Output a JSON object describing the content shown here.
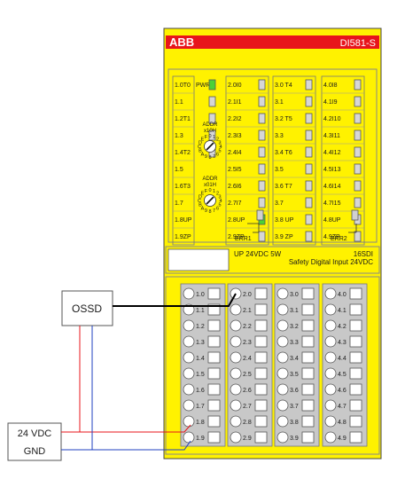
{
  "module": {
    "brand": "ABB",
    "model": "DI581-S",
    "power_rating": "UP 24VDC 5W",
    "channel_code": "16SDI",
    "description": "Safety Digital Input 24VDC",
    "colors": {
      "housing": "#fff200",
      "header": "#e8141b",
      "terminal": "#c8c8c8",
      "led_on": "#4cd137"
    }
  },
  "led_columns": [
    {
      "rows": [
        {
          "label": "1.0T0",
          "indicator": "none"
        },
        {
          "label": "1.1",
          "indicator": "none"
        },
        {
          "label": "1.2T1",
          "indicator": "none"
        },
        {
          "label": "1.3",
          "indicator": "none"
        },
        {
          "label": "1.4T2",
          "indicator": "none"
        },
        {
          "label": "1.5",
          "indicator": "none"
        },
        {
          "label": "1.6T3",
          "indicator": "none"
        },
        {
          "label": "1.7",
          "indicator": "none"
        },
        {
          "label": "1.8UP",
          "indicator": "none"
        },
        {
          "label": "1.9ZP",
          "indicator": "none"
        }
      ]
    },
    {
      "rows": [
        {
          "label": "PWR",
          "indicator": "on"
        },
        {
          "label": "",
          "indicator": "off"
        },
        {
          "label": "",
          "indicator": "off"
        },
        {
          "label": "",
          "indicator": "off"
        },
        {
          "label": "",
          "indicator": "off"
        }
      ]
    },
    {
      "rows": [
        {
          "label": "2.0I0",
          "indicator": "off"
        },
        {
          "label": "2.1I1",
          "indicator": "off"
        },
        {
          "label": "2.2I2",
          "indicator": "off"
        },
        {
          "label": "2.3I3",
          "indicator": "off"
        },
        {
          "label": "2.4I4",
          "indicator": "off"
        },
        {
          "label": "2.5I5",
          "indicator": "off"
        },
        {
          "label": "2.6I6",
          "indicator": "off"
        },
        {
          "label": "2.7I7",
          "indicator": "off"
        },
        {
          "label": "2.8UP",
          "indicator": "on"
        },
        {
          "label": "2.9ZP",
          "indicator": "off"
        }
      ]
    },
    {
      "rows": [
        {
          "label": "3.0 T4",
          "indicator": "off"
        },
        {
          "label": "3.1",
          "indicator": "off"
        },
        {
          "label": "3.2 T5",
          "indicator": "off"
        },
        {
          "label": "3.3",
          "indicator": "off"
        },
        {
          "label": "3.4 T6",
          "indicator": "off"
        },
        {
          "label": "3.5",
          "indicator": "off"
        },
        {
          "label": "3.6 T7",
          "indicator": "off"
        },
        {
          "label": "3.7",
          "indicator": "off"
        },
        {
          "label": "3.8 UP",
          "indicator": "off"
        },
        {
          "label": "3.9 ZP",
          "indicator": "off"
        }
      ]
    },
    {
      "rows": [
        {
          "label": "4.0I8",
          "indicator": "off"
        },
        {
          "label": "4.1I9",
          "indicator": "off"
        },
        {
          "label": "4.2I10",
          "indicator": "off"
        },
        {
          "label": "4.3I11",
          "indicator": "off"
        },
        {
          "label": "4.4I12",
          "indicator": "off"
        },
        {
          "label": "4.5I13",
          "indicator": "off"
        },
        {
          "label": "4.6I14",
          "indicator": "off"
        },
        {
          "label": "4.7I15",
          "indicator": "off"
        },
        {
          "label": "4.8UP",
          "indicator": "off"
        },
        {
          "label": "4.9ZP",
          "indicator": "off"
        }
      ]
    }
  ],
  "rotary_switches": [
    {
      "label_line1": "ADDR",
      "label_line2": "x10H",
      "digits": "0123456789ABCDEF"
    },
    {
      "label_line1": "ADDR",
      "label_line2": "x01H",
      "digits": "0123456789ABCDEF"
    }
  ],
  "error_leds": [
    {
      "label": "ERR1"
    },
    {
      "label": "ERR2"
    }
  ],
  "terminal_columns": [
    [
      "1.0",
      "1.1",
      "1.2",
      "1.3",
      "1.4",
      "1.5",
      "1.6",
      "1.7",
      "1.8",
      "1.9"
    ],
    [
      "2.0",
      "2.1",
      "2.2",
      "2.3",
      "2.4",
      "2.5",
      "2.6",
      "2.7",
      "2.8",
      "2.9"
    ],
    [
      "3.0",
      "3.1",
      "3.2",
      "3.3",
      "3.4",
      "3.5",
      "3.6",
      "3.7",
      "3.8",
      "3.9"
    ],
    [
      "4.0",
      "4.1",
      "4.2",
      "4.3",
      "4.4",
      "4.5",
      "4.6",
      "4.7",
      "4.8",
      "4.9"
    ]
  ],
  "external": {
    "device_label": "OSSD",
    "supply_label_plus": "24 VDC",
    "supply_label_gnd": "GND",
    "wire_colors": {
      "signal": "#000000",
      "positive": "#e8141b",
      "ground": "#2040c0"
    }
  }
}
